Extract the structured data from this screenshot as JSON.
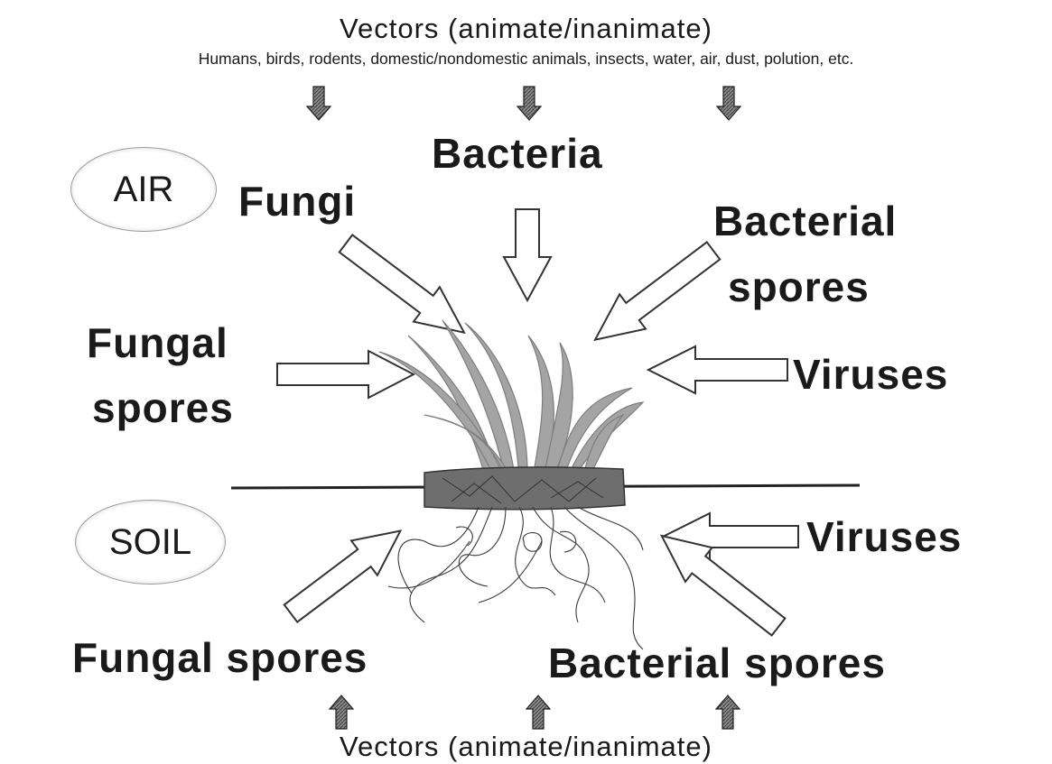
{
  "vectors_top": {
    "title": "Vectors (animate/inanimate)",
    "subtitle": "Humans, birds, rodents, domestic/nondomestic animals, insects, water,  air, dust, polution, etc."
  },
  "zones": {
    "air": "AIR",
    "soil": "SOIL"
  },
  "air_agents": {
    "bacteria": "Bacteria",
    "fungi": "Fungi",
    "bacterial_spores_line1": "Bacterial",
    "bacterial_spores_line2": "spores",
    "fungal_spores_line1": "Fungal",
    "fungal_spores_line2": "spores",
    "viruses": "Viruses"
  },
  "soil_agents": {
    "viruses": "Viruses",
    "fungal_spores": "Fungal spores",
    "bacterial_spores": "Bacterial spores"
  },
  "vectors_bottom": {
    "title": "Vectors (animate/inanimate)"
  },
  "colors": {
    "ink": "#1a1a1a",
    "plant": "#9d9d9d",
    "soil": "#6e6e6e",
    "arrow_fill": "#ffffff"
  }
}
